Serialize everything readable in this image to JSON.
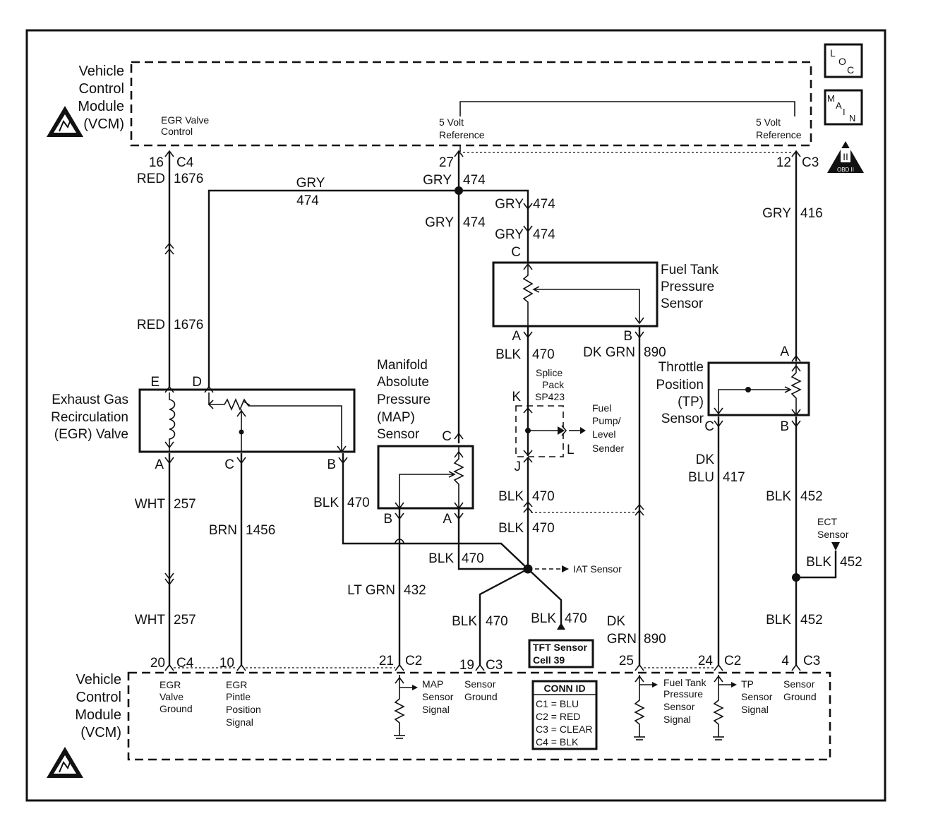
{
  "vcm_top": {
    "line1": "Vehicle",
    "line2": "Control",
    "line3": "Module",
    "line4": "(VCM)"
  },
  "vcm_bottom": {
    "line1": "Vehicle",
    "line2": "Control",
    "line3": "Module",
    "line4": "(VCM)"
  },
  "icons": {
    "loc": [
      "L",
      "O",
      "C"
    ],
    "main": [
      "M",
      "A",
      "I",
      "N"
    ],
    "obd": "OBD II",
    "obd_num": "II"
  },
  "top_internal": {
    "egr_ctrl_1": "EGR Valve",
    "egr_ctrl_2": "Control",
    "ref1_1": "5 Volt",
    "ref1_2": "Reference",
    "ref2_1": "5 Volt",
    "ref2_2": "Reference"
  },
  "top_pins": {
    "p16": "16",
    "c4": "C4",
    "p27": "27",
    "p12": "12",
    "c3": "C3"
  },
  "wires": {
    "red": "RED",
    "n1676": "1676",
    "gry": "GRY",
    "n474": "474",
    "n416": "416",
    "blk": "BLK",
    "n470": "470",
    "n452": "452",
    "dkgrn": "DK GRN",
    "dk": "DK",
    "grn": "GRN",
    "n890": "890",
    "blu": "BLU",
    "n417": "417",
    "wht": "WHT",
    "n257": "257",
    "brn": "BRN",
    "n1456": "1456",
    "ltgrn": "LT GRN",
    "n432": "432"
  },
  "components": {
    "ftps": [
      "Fuel Tank",
      "Pressure",
      "Sensor"
    ],
    "egr": [
      "Exhaust Gas",
      "Recirculation",
      "(EGR) Valve"
    ],
    "map": [
      "Manifold",
      "Absolute",
      "Pressure",
      "(MAP)",
      "Sensor"
    ],
    "tp": [
      "Throttle",
      "Position",
      "(TP)",
      "Sensor"
    ],
    "splice": [
      "Splice",
      "Pack",
      "SP423"
    ],
    "pump": [
      "Fuel",
      "Pump/",
      "Level",
      "Sender"
    ],
    "ect": [
      "ECT",
      "Sensor"
    ],
    "iat": "IAT Sensor",
    "tft": [
      "TFT Sensor",
      "Cell 39"
    ]
  },
  "pin_letters": {
    "A": "A",
    "B": "B",
    "C": "C",
    "D": "D",
    "E": "E",
    "J": "J",
    "K": "K",
    "L": "L"
  },
  "bottom_pins": {
    "p20": "20",
    "c4": "C4",
    "p10": "10",
    "p21": "21",
    "c2": "C2",
    "p19": "19",
    "c3": "C3",
    "p25": "25",
    "p24": "24",
    "p4": "4"
  },
  "bottom_internal": {
    "egr_gnd": [
      "EGR",
      "Valve",
      "Ground"
    ],
    "egr_pintle": [
      "EGR",
      "Pintle",
      "Position",
      "Signal"
    ],
    "map_sig": [
      "MAP",
      "Sensor",
      "Signal"
    ],
    "sens_gnd": [
      "Sensor",
      "Ground"
    ],
    "ftp_sig": [
      "Fuel Tank",
      "Pressure",
      "Sensor",
      "Signal"
    ],
    "tp_sig": [
      "TP",
      "Sensor",
      "Signal"
    ],
    "sens_gnd2": [
      "Sensor",
      "Ground"
    ]
  },
  "conn_id": {
    "title": "CONN ID",
    "c1": "C1 = BLU",
    "c2": "C2 = RED",
    "c3": "C3 = CLEAR",
    "c4": "C4 = BLK"
  }
}
